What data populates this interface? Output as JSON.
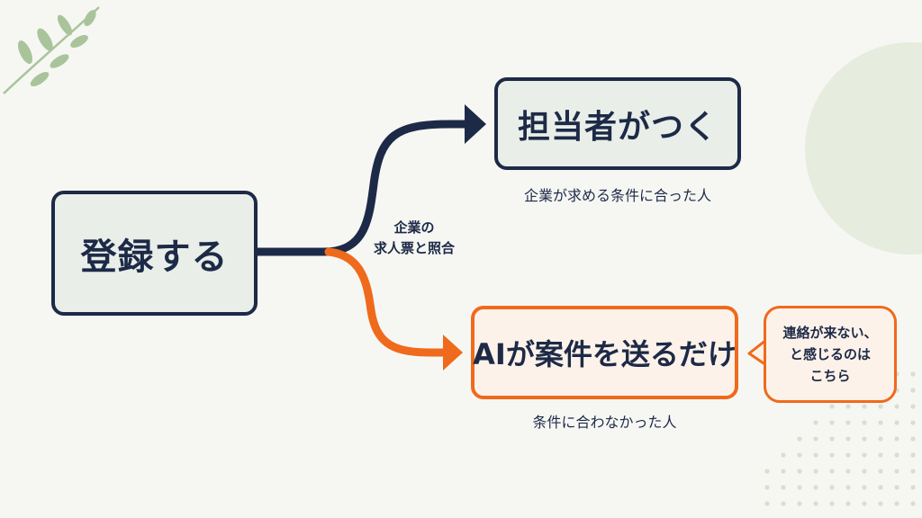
{
  "diagram": {
    "start_label": "登録する",
    "branch_label_line1": "企業の",
    "branch_label_line2": "求人票と照合",
    "top_outcome": {
      "label": "担当者がつく",
      "caption": "企業が求める条件に合った人"
    },
    "bottom_outcome": {
      "label": "AIが案件を送るだけ",
      "caption": "条件に合わなかった人"
    },
    "callout": {
      "line1": "連絡が来ない、",
      "line2": "と感じるのは",
      "line3": "こちら"
    }
  },
  "colors": {
    "navy": "#1d2a47",
    "orange": "#ef6a1c",
    "box_fill_green": "#e9eee8",
    "box_fill_orange": "#fdf2e9",
    "background": "#f6f7f3",
    "decor_green": "#a9c49a"
  },
  "icons": {
    "leaf_decoration": "leaf-branch-icon"
  }
}
